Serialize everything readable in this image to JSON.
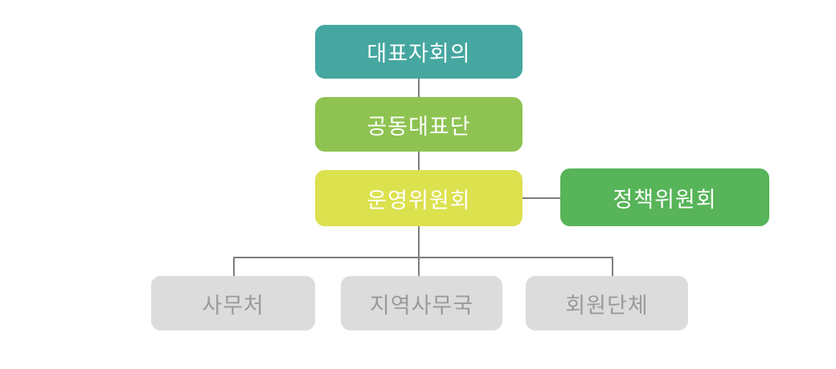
{
  "diagram": {
    "type": "org-chart",
    "background": "#ffffff",
    "connector_color": "#7e7e7e",
    "nodes": [
      {
        "id": "representatives-council",
        "label": "대표자회의",
        "fill": "#45a7a0",
        "text_color": "#ffffff"
      },
      {
        "id": "joint-representatives",
        "label": "공동대표단",
        "fill": "#8ec351",
        "text_color": "#ffffff"
      },
      {
        "id": "steering-committee",
        "label": "운영위원회",
        "fill": "#dce14e",
        "text_color": "#ffffff"
      },
      {
        "id": "policy-committee",
        "label": "정책위원회",
        "fill": "#57b458",
        "text_color": "#ffffff"
      },
      {
        "id": "secretariat",
        "label": "사무처",
        "fill": "#dcdcdc",
        "text_color": "#9a9a9a"
      },
      {
        "id": "regional-offices",
        "label": "지역사무국",
        "fill": "#dcdcdc",
        "text_color": "#9a9a9a"
      },
      {
        "id": "member-organizations",
        "label": "회원단체",
        "fill": "#dcdcdc",
        "text_color": "#9a9a9a"
      }
    ],
    "edges": [
      {
        "from": "대표자회의",
        "to": "공동대표단"
      },
      {
        "from": "공동대표단",
        "to": "운영위원회"
      },
      {
        "from": "운영위원회",
        "to": "정책위원회"
      },
      {
        "from": "운영위원회",
        "to": "사무처"
      },
      {
        "from": "운영위원회",
        "to": "지역사무국"
      },
      {
        "from": "운영위원회",
        "to": "회원단체"
      }
    ]
  }
}
